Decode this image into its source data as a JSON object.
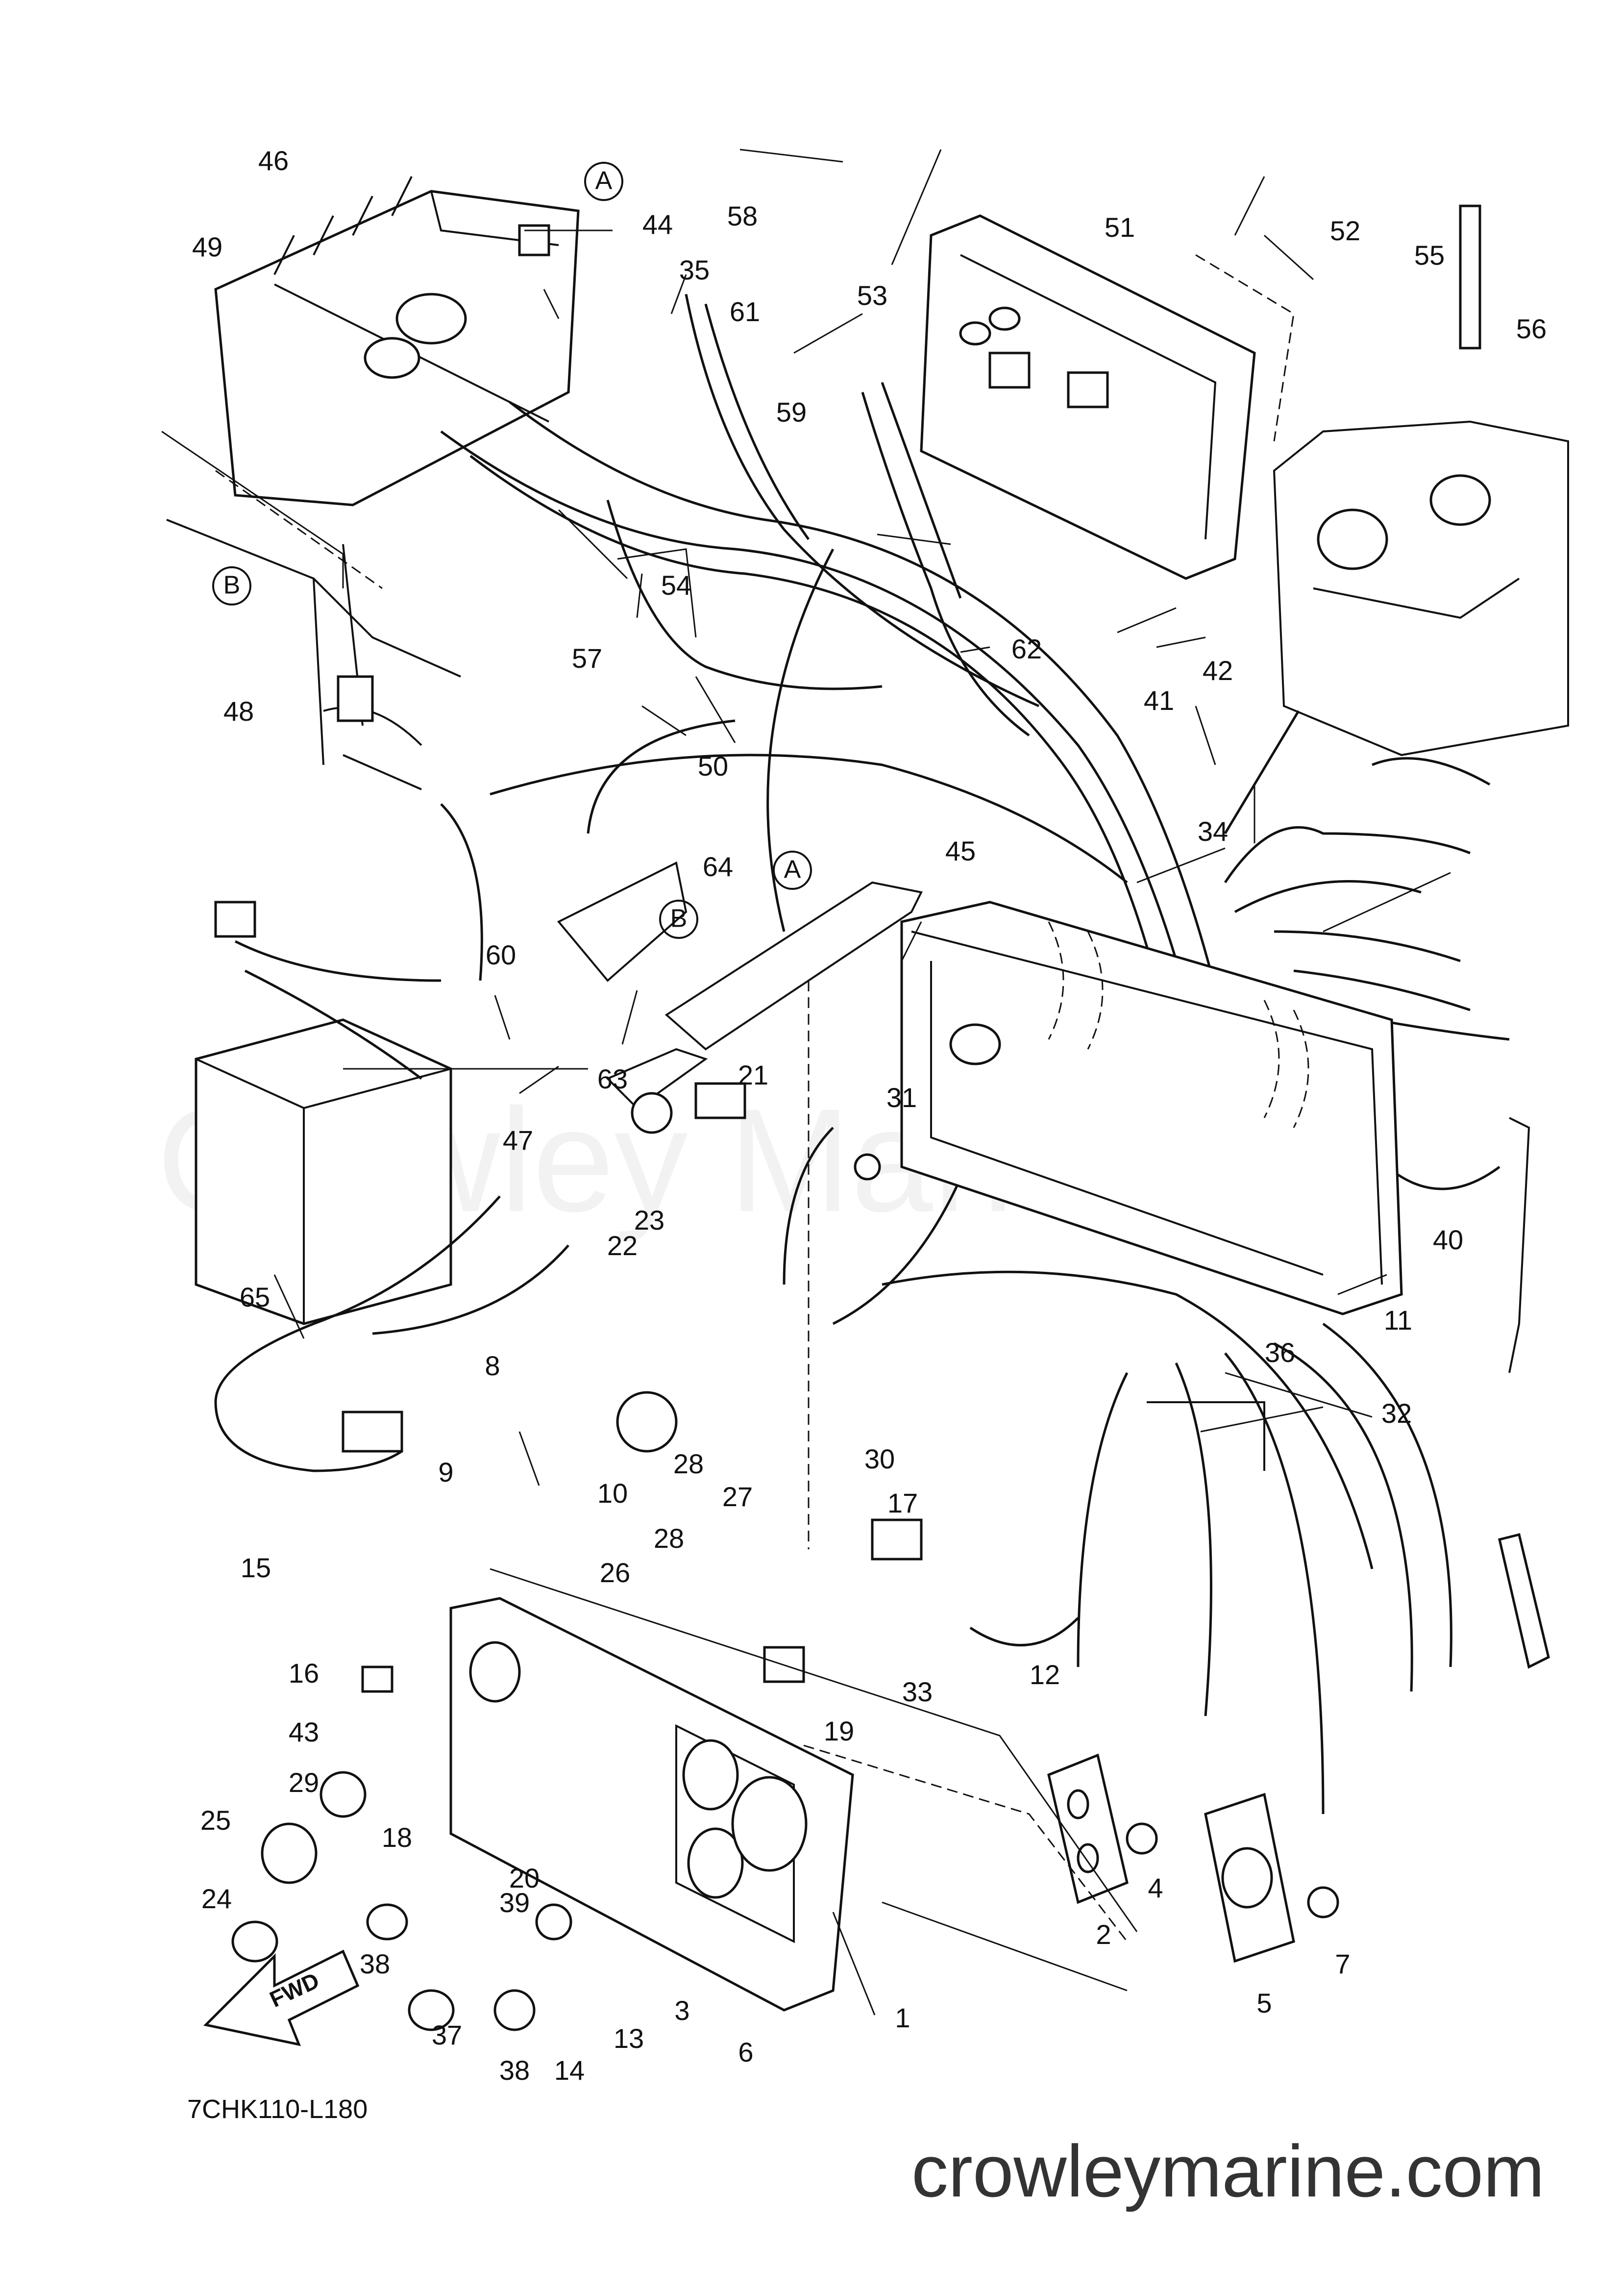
{
  "diagram": {
    "part_code": "7CHK110-L180",
    "watermark": "Crowley Marine",
    "footer": "crowleymarine.com",
    "fwd_label": "FWD",
    "refs": [
      "A",
      "B"
    ],
    "callouts": [
      "1",
      "2",
      "3",
      "4",
      "5",
      "6",
      "7",
      "8",
      "9",
      "10",
      "11",
      "12",
      "13",
      "14",
      "15",
      "16",
      "17",
      "18",
      "19",
      "20",
      "21",
      "22",
      "23",
      "24",
      "25",
      "26",
      "27",
      "28",
      "29",
      "30",
      "31",
      "32",
      "33",
      "34",
      "35",
      "36",
      "37",
      "38",
      "39",
      "40",
      "41",
      "42",
      "43",
      "44",
      "45",
      "46",
      "47",
      "48",
      "49",
      "50",
      "51",
      "52",
      "53",
      "54",
      "55",
      "56",
      "57",
      "58",
      "59",
      "60",
      "61",
      "62",
      "63",
      "64",
      "65"
    ]
  }
}
